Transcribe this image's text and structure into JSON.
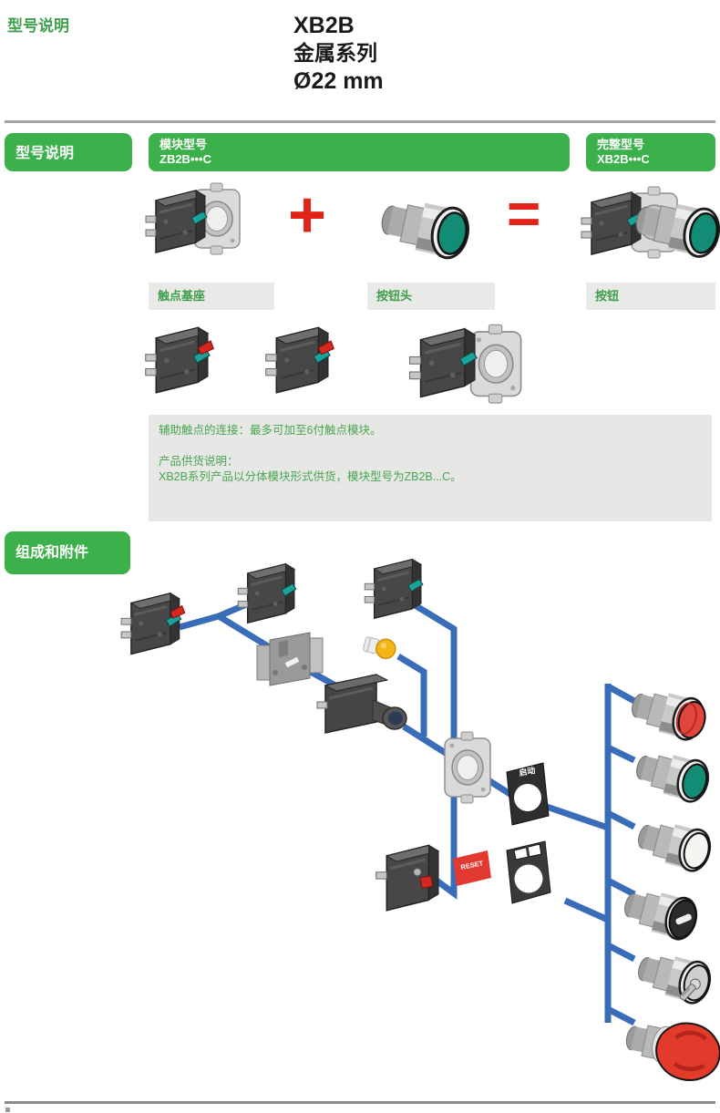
{
  "header": {
    "section_label": "型号说明",
    "title": "XB2B",
    "subtitle": "金属系列",
    "diameter": "Ø22 mm"
  },
  "section1": {
    "sidebar_label": "型号说明",
    "module_box": {
      "title": "模块型号",
      "code": "ZB2B•••C"
    },
    "complete_box": {
      "title": "完整型号",
      "code": "XB2B•••C"
    },
    "plus_sign": "+",
    "equals_sign": "=",
    "label_contact_base": "触点基座",
    "label_button_head": "按钮头",
    "label_button": "按钮",
    "note_line1": "辅助触点的连接：最多可加至6付触点模块。",
    "note_line2": "产品供货说明：",
    "note_line3": "XB2B系列产品以分体模块形式供货，模块型号为ZB2B...C。"
  },
  "section2": {
    "sidebar_label": "组成和附件",
    "legend_plate_label": "启动",
    "reset_plate_label": "RESET",
    "buttons": [
      {
        "name": "red-projecting-button",
        "color": "#e2453c"
      },
      {
        "name": "green-flush-button",
        "color": "#128c74"
      },
      {
        "name": "white-flush-button",
        "color": "#f4f6f2"
      },
      {
        "name": "black-selector-switch",
        "color": "#2b2b2b"
      },
      {
        "name": "key-selector-switch",
        "color": "#cfcfcf"
      },
      {
        "name": "emergency-stop-mushroom",
        "color": "#e23a2b"
      }
    ]
  },
  "colors": {
    "brand_green": "#3cb04a",
    "text_green": "#46a44c",
    "connector_blue": "#3a6db8",
    "accent_red": "#e2231a",
    "label_bar_gray": "#e9e9e7",
    "teal_lever": "#1aa39a",
    "red_lever": "#e04b23"
  }
}
